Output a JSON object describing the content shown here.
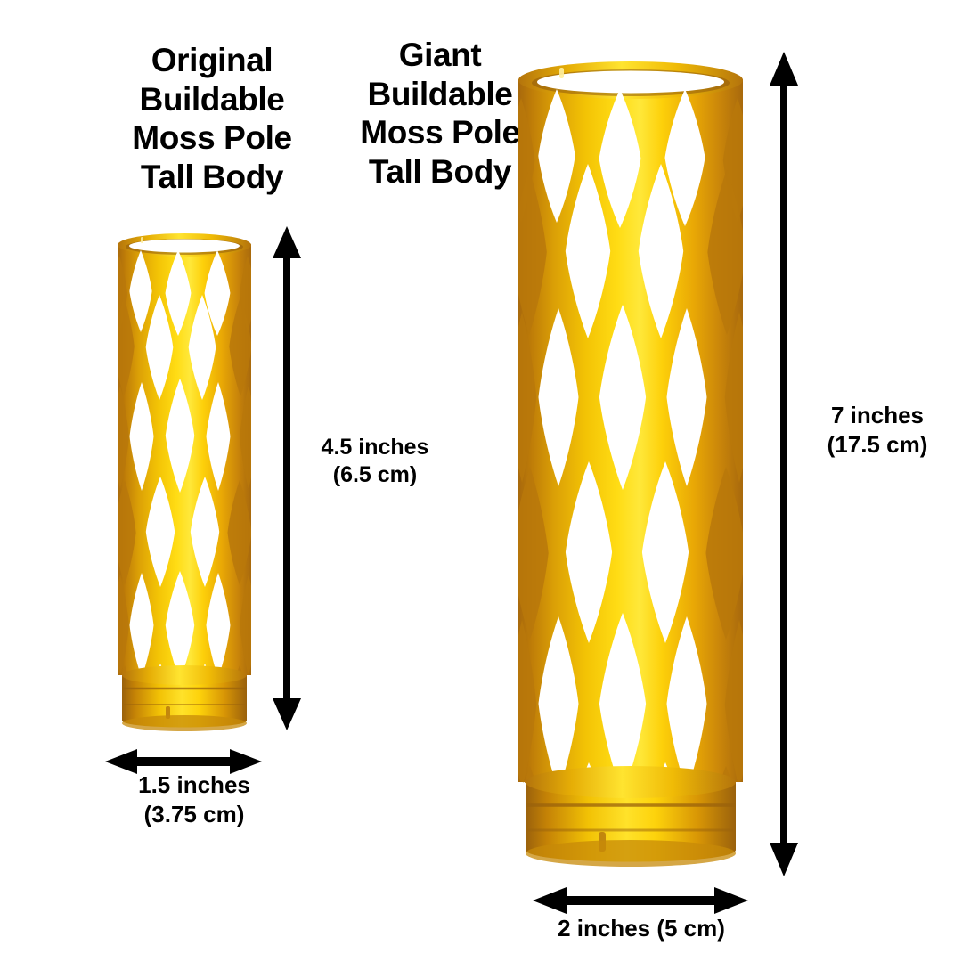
{
  "page": {
    "background_color": "#ffffff",
    "type": "product-size-comparison"
  },
  "products": [
    {
      "id": "original",
      "title": "Original\nBuildable\nMoss Pole\nTall Body",
      "height_label": "4.5 inches\n(6.5 cm)",
      "width_label": "1.5 inches\n(3.75 cm)",
      "height_inches": 4.5,
      "height_cm": 6.5,
      "width_inches": 1.5,
      "width_cm": 3.75,
      "material_color": "#f0b400"
    },
    {
      "id": "giant",
      "title": "Giant\nBuildable\nMoss Pole\nTall Body",
      "height_label": "7 inches\n(17.5 cm)",
      "width_label": "2 inches (5 cm)",
      "height_inches": 7,
      "height_cm": 17.5,
      "width_inches": 2,
      "width_cm": 5,
      "material_color": "#f0b400"
    }
  ],
  "colors": {
    "gold_bright": "#ffd700",
    "gold_mid": "#f0b400",
    "gold_deep": "#d79406",
    "gold_shadow": "#b8780a",
    "gold_edge": "#a8690c",
    "text": "#000000",
    "arrow": "#000000",
    "background": "#ffffff"
  },
  "icons": {
    "height_arrow": "double-headed-vertical-arrow",
    "width_arrow": "double-headed-horizontal-arrow"
  }
}
